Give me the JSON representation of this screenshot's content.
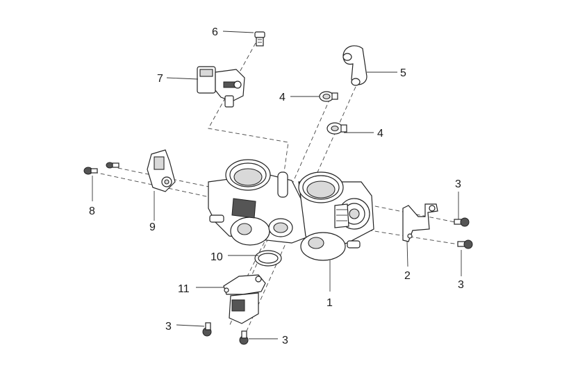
{
  "diagram": {
    "callouts": {
      "c1": "1",
      "c2": "2",
      "c3a": "3",
      "c3b": "3",
      "c3c": "3",
      "c3d": "3",
      "c4a": "4",
      "c4b": "4",
      "c5": "5",
      "c6": "6",
      "c7": "7",
      "c8": "8",
      "c9": "9",
      "c10": "10",
      "c11": "11"
    }
  }
}
